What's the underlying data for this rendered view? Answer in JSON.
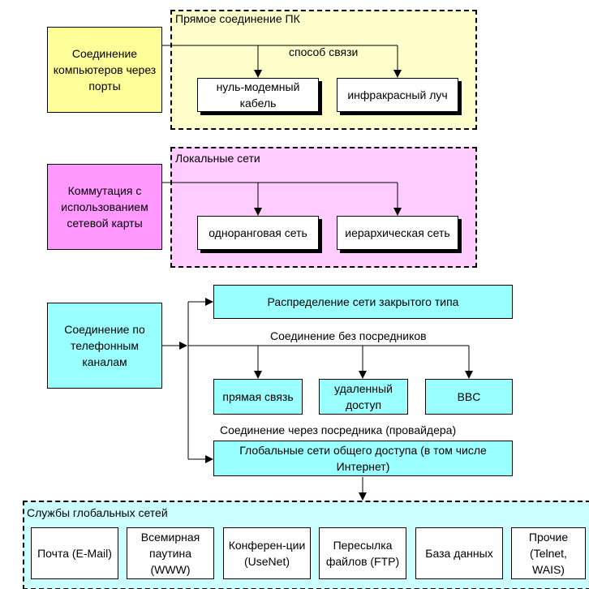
{
  "colors": {
    "yellow_group": "#ffffcc",
    "yellow_box": "#ffff99",
    "pink_group": "#ffccff",
    "pink_box": "#ff99ff",
    "cyan_group": "#ccffff",
    "cyan_box": "#99ffff"
  },
  "section1": {
    "group_title": "Прямое соединение ПК",
    "source": "Соединение компьютеров через порты",
    "link_label": "способ связи",
    "target_left": "нуль-модемный кабель",
    "target_right": "инфракрасный луч"
  },
  "section2": {
    "group_title": "Локальные сети",
    "source": "Коммутация с использованием сетевой карты",
    "target_left": "одноранговая сеть",
    "target_right": "иерархическая сеть"
  },
  "section3": {
    "source": "Соединение по телефонным каналам",
    "closed_network": "Распределение сети закрытого типа",
    "direct_label": "Соединение без посредников",
    "direct_link": "прямая связь",
    "remote_access": "удаленный доступ",
    "bbs": "BBC",
    "provider_label": "Соединение через посредника (провайдера)",
    "global_networks": "Глобальные сети общего доступа (в том числе Интернет)"
  },
  "services": {
    "group_title": "Службы глобальных сетей",
    "items": [
      "Почта (E-Mail)",
      "Всемирная паутина (WWW)",
      "Конферен-ции (UseNet)",
      "Пересылка файлов (FTP)",
      "База данных",
      "Прочие (Telnet, WAIS)"
    ]
  }
}
